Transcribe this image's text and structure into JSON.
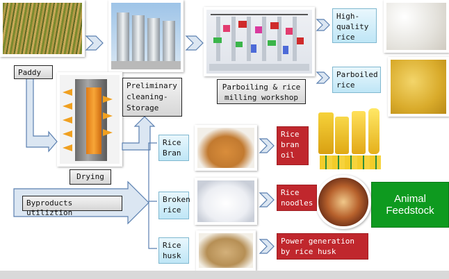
{
  "colors": {
    "arrow_fill": "#dbe6f2",
    "arrow_stroke": "#5a7fb0",
    "box_red": "#c0272d",
    "box_green": "#0e9a1f",
    "box_blue": "#bfe6f6"
  },
  "labels": {
    "paddy": "Paddy",
    "preliminary": "Preliminary cleaning-Storage",
    "drying": "Drying",
    "workshop": "Parboiling & rice milling workshop",
    "high_quality": "High-quality rice",
    "parboiled": "Parboiled rice",
    "byproducts": "Byproducts utiliztion",
    "rice_bran": "Rice Bran",
    "broken_rice": "Broken rice",
    "rice_husk": "Rice husk",
    "rice_bran_oil": "Rice bran oil",
    "rice_noodles": "Rice noodles",
    "power_generation": "Power generation by rice husk",
    "animal_feedstock": "Animal Feedstock"
  },
  "photos": {
    "paddy": "paddy-field-photo",
    "silos": "storage-silos-photo",
    "workshop": "milling-workshop-photo",
    "dryer": "dryer-machine-photo",
    "white_rice": "white-rice-photo",
    "parboiled_rice": "parboiled-rice-photo",
    "bran": "rice-bran-photo",
    "broken": "broken-rice-photo",
    "husk": "rice-husk-photo",
    "oil": "rice-bran-oil-bottles-photo",
    "noodles": "rice-noodles-photo"
  }
}
